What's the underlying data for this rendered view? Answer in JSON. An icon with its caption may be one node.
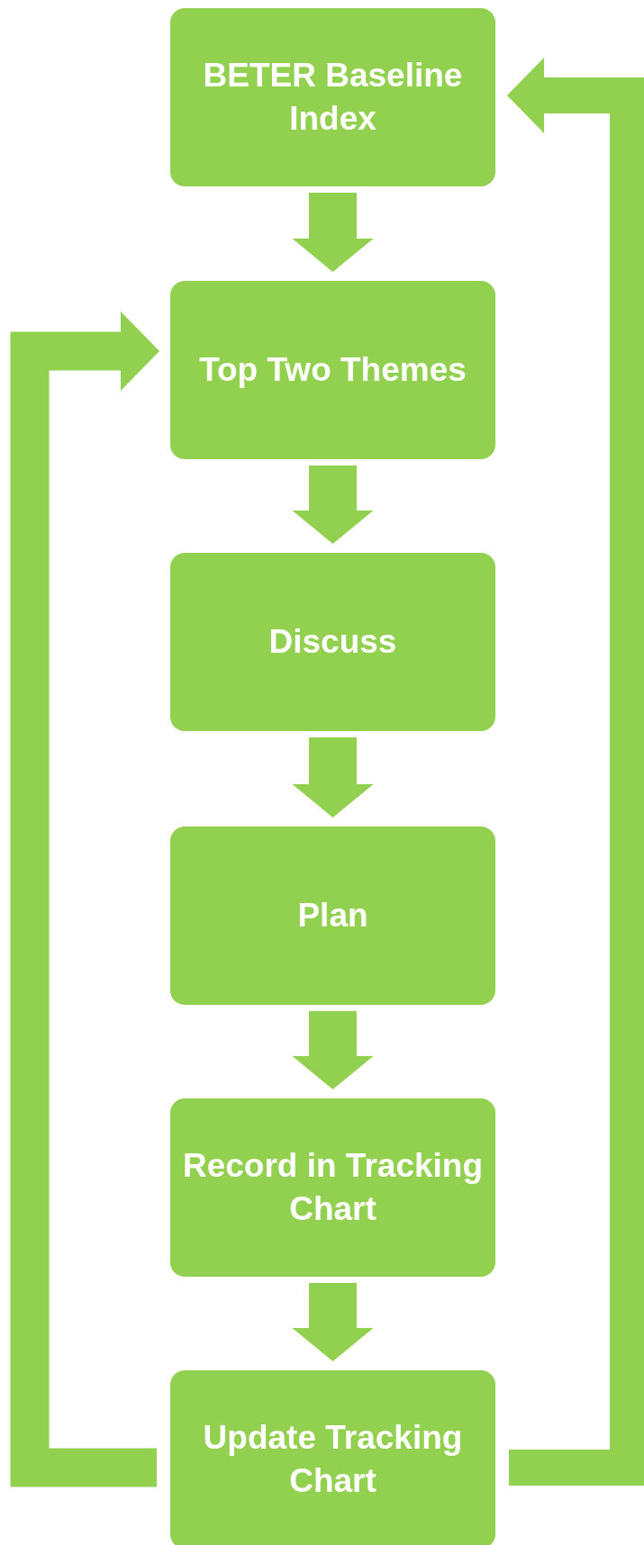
{
  "diagram": {
    "nodes": [
      {
        "text": [
          "BETER Baseline Index"
        ]
      },
      {
        "text": [
          "Top Two Themes"
        ]
      },
      {
        "text": [
          "Discuss"
        ]
      },
      {
        "text": [
          "Plan"
        ]
      },
      {
        "text": [
          "Record in Tracking Chart"
        ]
      },
      {
        "text": [
          "Update Tracking Chart"
        ]
      }
    ],
    "edges": [
      {
        "from": 0,
        "to": 1,
        "arrow": "to"
      },
      {
        "from": 1,
        "to": 2,
        "arrow": "to"
      },
      {
        "from": 2,
        "to": 3,
        "arrow": "to"
      },
      {
        "from": 3,
        "to": 4,
        "arrow": "to"
      },
      {
        "from": 4,
        "to": 5,
        "arrow": "to"
      },
      {
        "from": 5,
        "to": 1,
        "arrow": "to"
      },
      {
        "from": 5,
        "to": 0,
        "arrow": "to"
      }
    ]
  }
}
